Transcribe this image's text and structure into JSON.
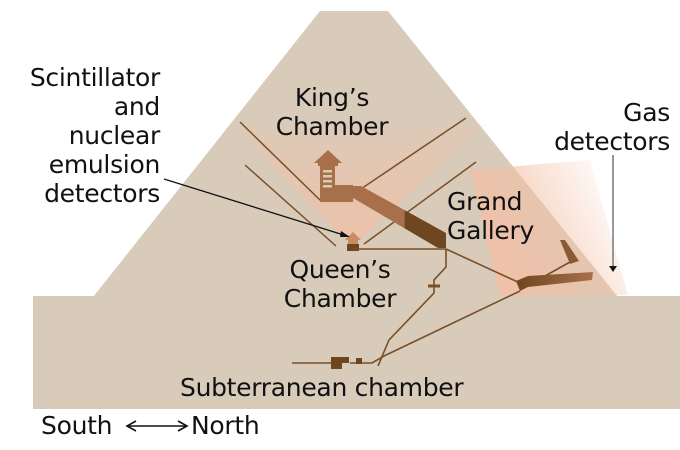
{
  "colors": {
    "stone": "#d9cbba",
    "glow": "#f3bfa5",
    "chamber_light": "#a8704a",
    "chamber_dark": "#6e4620",
    "passage_line": "#7a4f28",
    "leader_line": "#111111",
    "gas_leader": "#777777",
    "text": "#111111"
  },
  "labels": {
    "scintillator": "Scintillator\nand\nnuclear\nemulsion\ndetectors",
    "kings_chamber": "King’s\nChamber",
    "gas_detectors": "Gas\ndetectors",
    "grand_gallery": "Grand\nGallery",
    "queens_chamber": "Queen’s\nChamber",
    "subterranean_chamber": "Subterranean chamber",
    "compass_south": "South",
    "compass_north": "North"
  },
  "icons": {
    "compass_arrow": "double-arrow-horizontal"
  }
}
